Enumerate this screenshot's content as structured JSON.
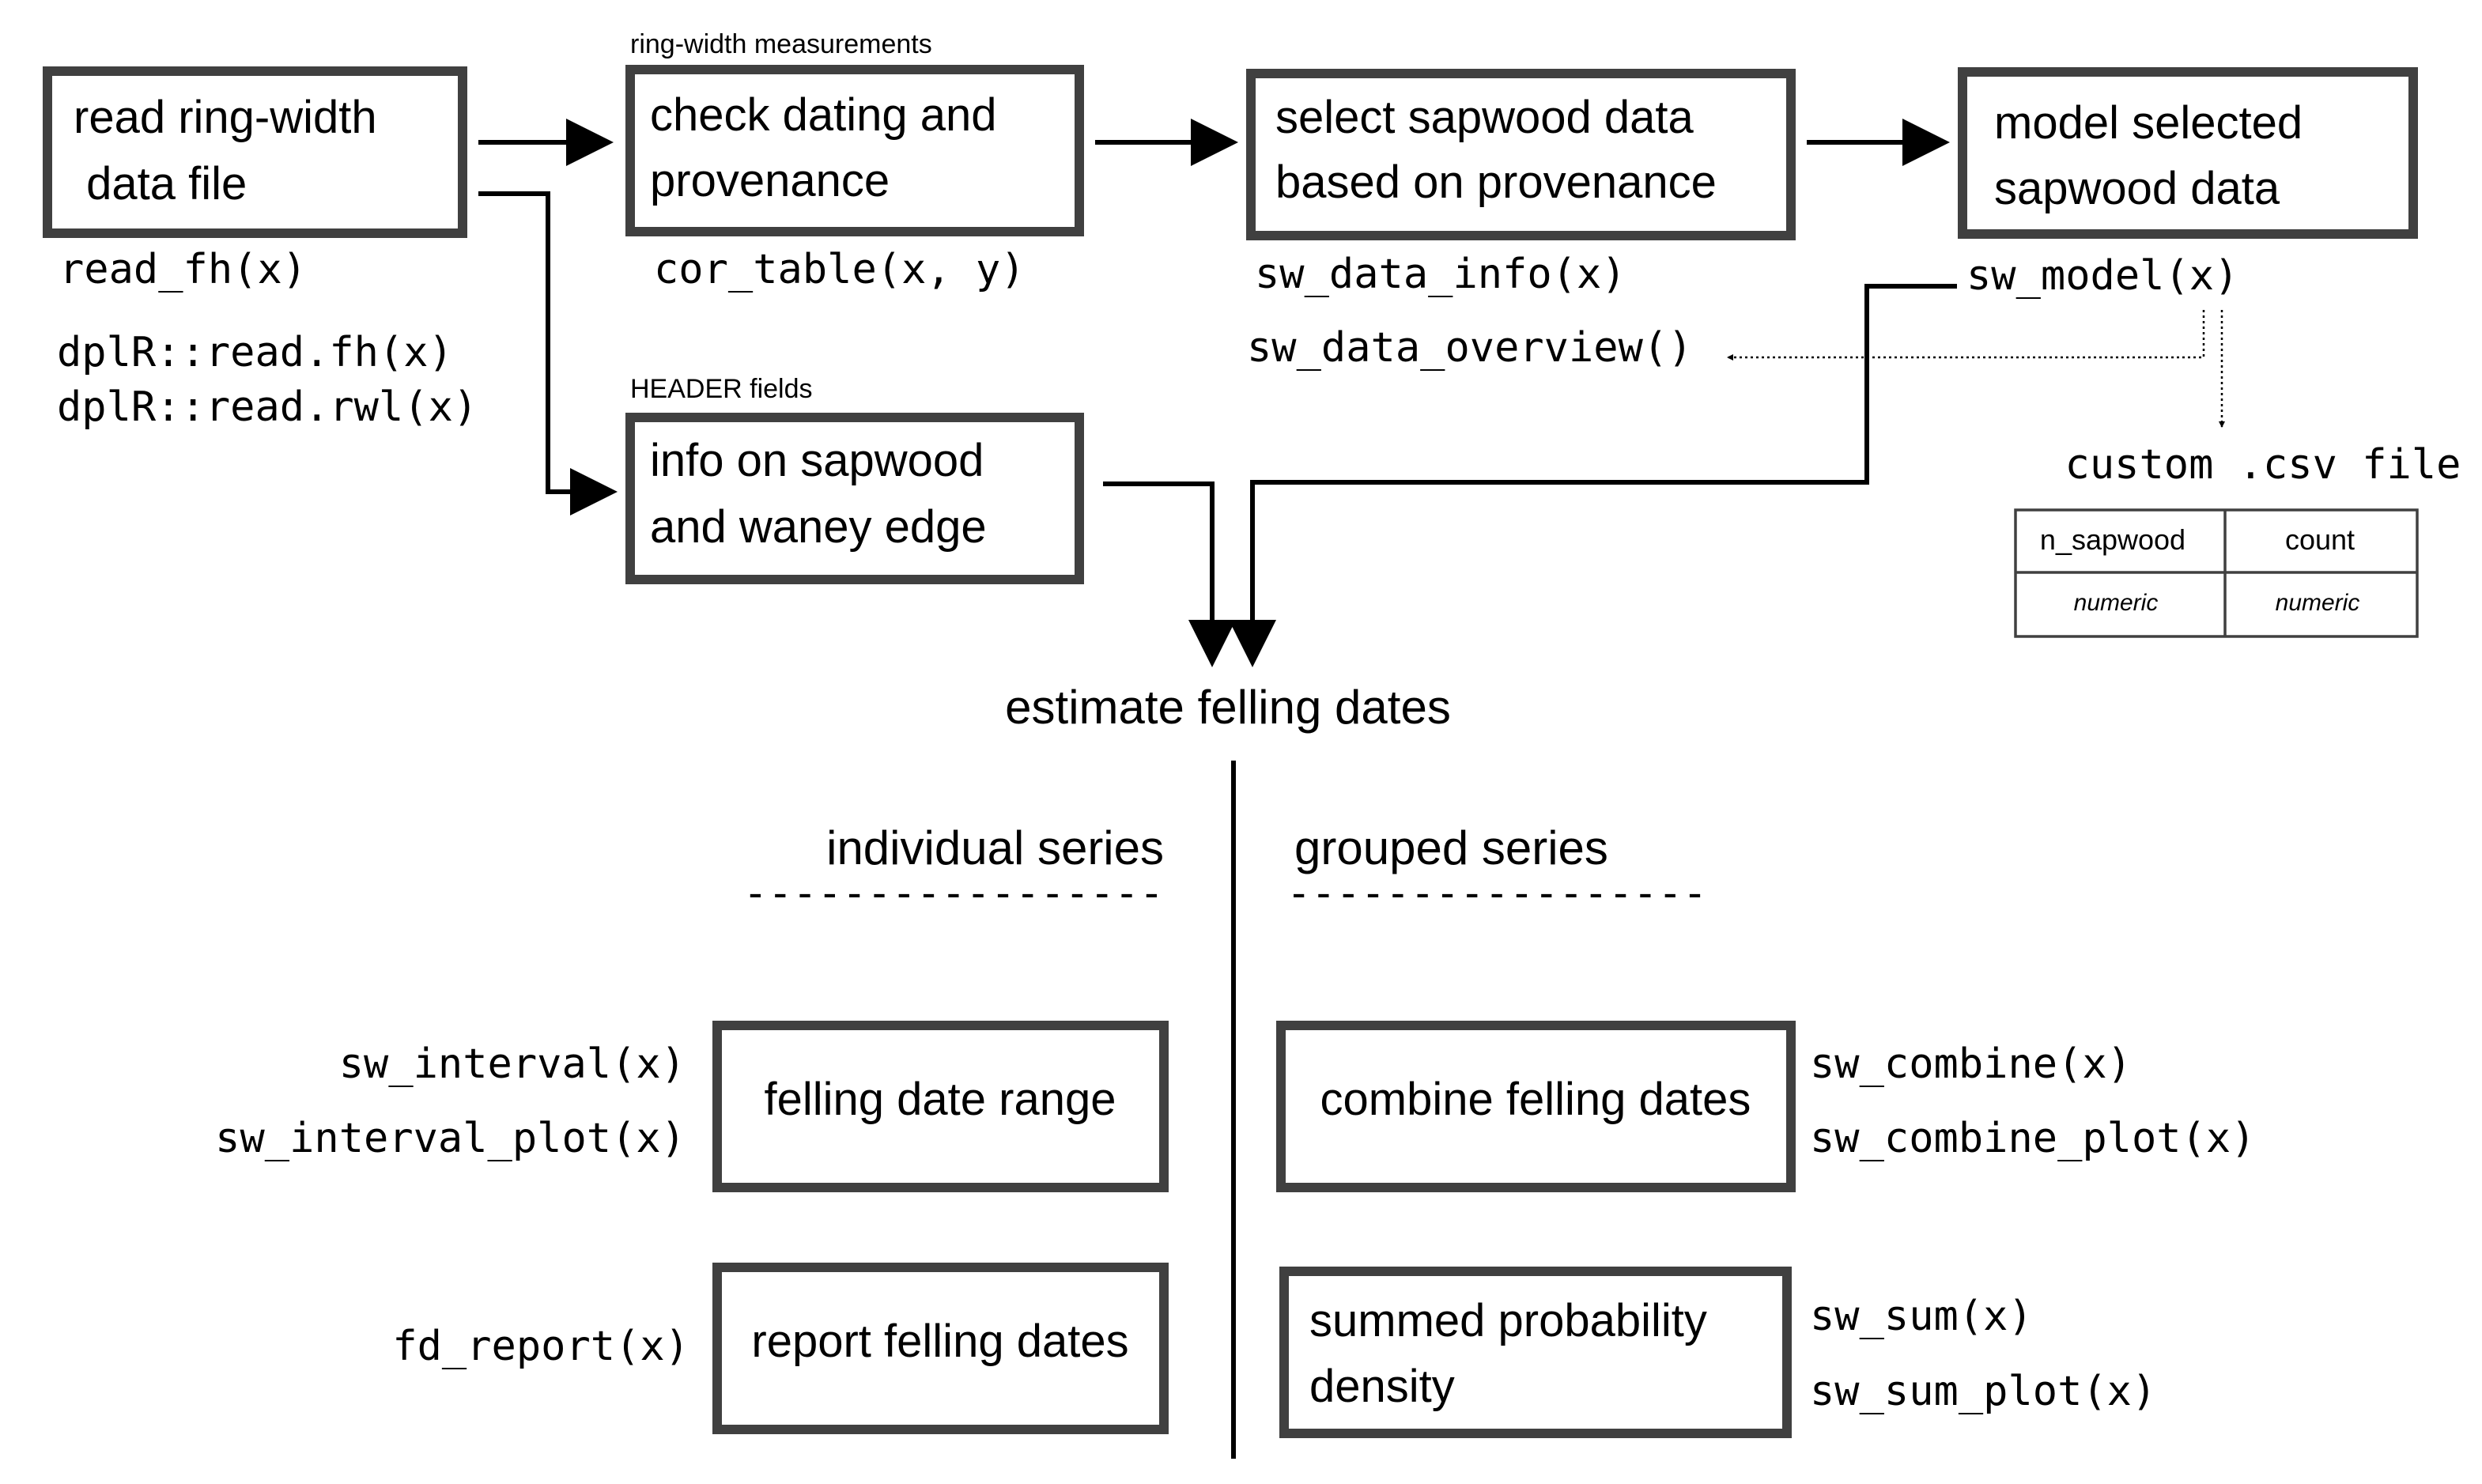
{
  "boxes": {
    "read": [
      "read ring-width",
      " data file"
    ],
    "check": [
      "check dating and",
      "provenance"
    ],
    "select": [
      "select sapwood data",
      "based on provenance"
    ],
    "model": [
      "model selected",
      "sapwood data"
    ],
    "info": [
      "info on sapwood",
      "and waney edge"
    ],
    "range": [
      "felling date range"
    ],
    "report": [
      "report felling dates"
    ],
    "combine": [
      "combine felling dates"
    ],
    "spd": [
      "summed probability",
      "density"
    ]
  },
  "labels": {
    "ring_width": "ring-width measurements",
    "header_fields": "HEADER fields",
    "estimate": "estimate felling dates",
    "individual": "individual series",
    "individual_rule": "-----------------",
    "grouped": "grouped series",
    "grouped_rule": "-----------------",
    "custom_csv": "custom .csv file"
  },
  "functions": {
    "read_fh": "read_fh(x)",
    "dplr_fh": "dplR::read.fh(x)",
    "dplr_rwl": "dplR::read.rwl(x)",
    "cor_table": "cor_table(x, y)",
    "sw_data_info": "sw_data_info(x)",
    "sw_data_overview": "sw_data_overview()",
    "sw_model": "sw_model(x)",
    "sw_interval": "sw_interval(x)",
    "sw_interval_plot": "sw_interval_plot(x)",
    "fd_report": "fd_report(x)",
    "sw_combine": "sw_combine(x)",
    "sw_combine_plot": "sw_combine_plot(x)",
    "sw_sum": "sw_sum(x)",
    "sw_sum_plot": "sw_sum_plot(x)"
  },
  "csv_table": {
    "headers": [
      "n_sapwood",
      "count"
    ],
    "row": [
      "numeric",
      "numeric"
    ]
  }
}
